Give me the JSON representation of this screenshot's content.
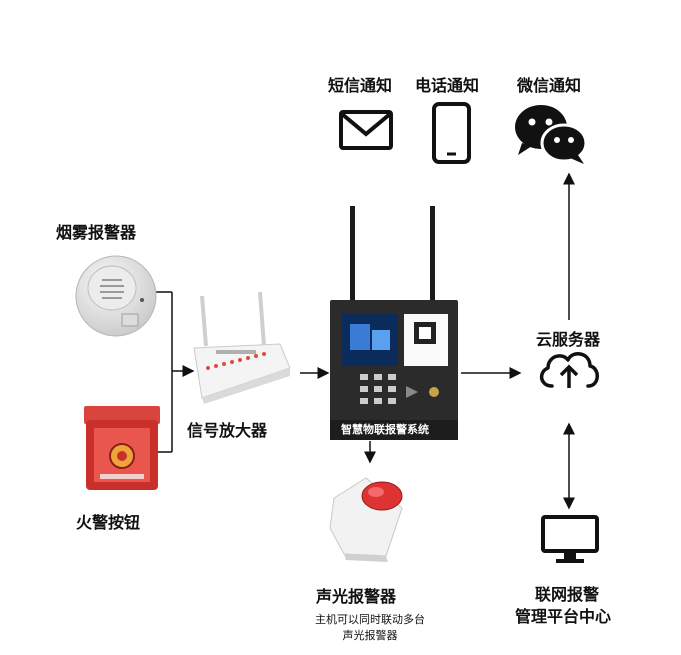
{
  "notifications": {
    "sms": "短信通知",
    "phone": "电话通知",
    "wechat": "微信通知"
  },
  "devices": {
    "smoke_alarm": "烟雾报警器",
    "fire_button": "火警按钮",
    "amplifier": "信号放大器",
    "host_panel": "智慧物联报警系统",
    "siren": "声光报警器",
    "siren_note_line1": "主机可以同时联动多台",
    "siren_note_line2": "声光报警器",
    "cloud": "云服务器",
    "platform_line1": "联网报警",
    "platform_line2": "管理平台中心"
  },
  "colors": {
    "arrow": "#111111",
    "device_red": "#c9302c",
    "panel_dark": "#2b2b2b"
  }
}
